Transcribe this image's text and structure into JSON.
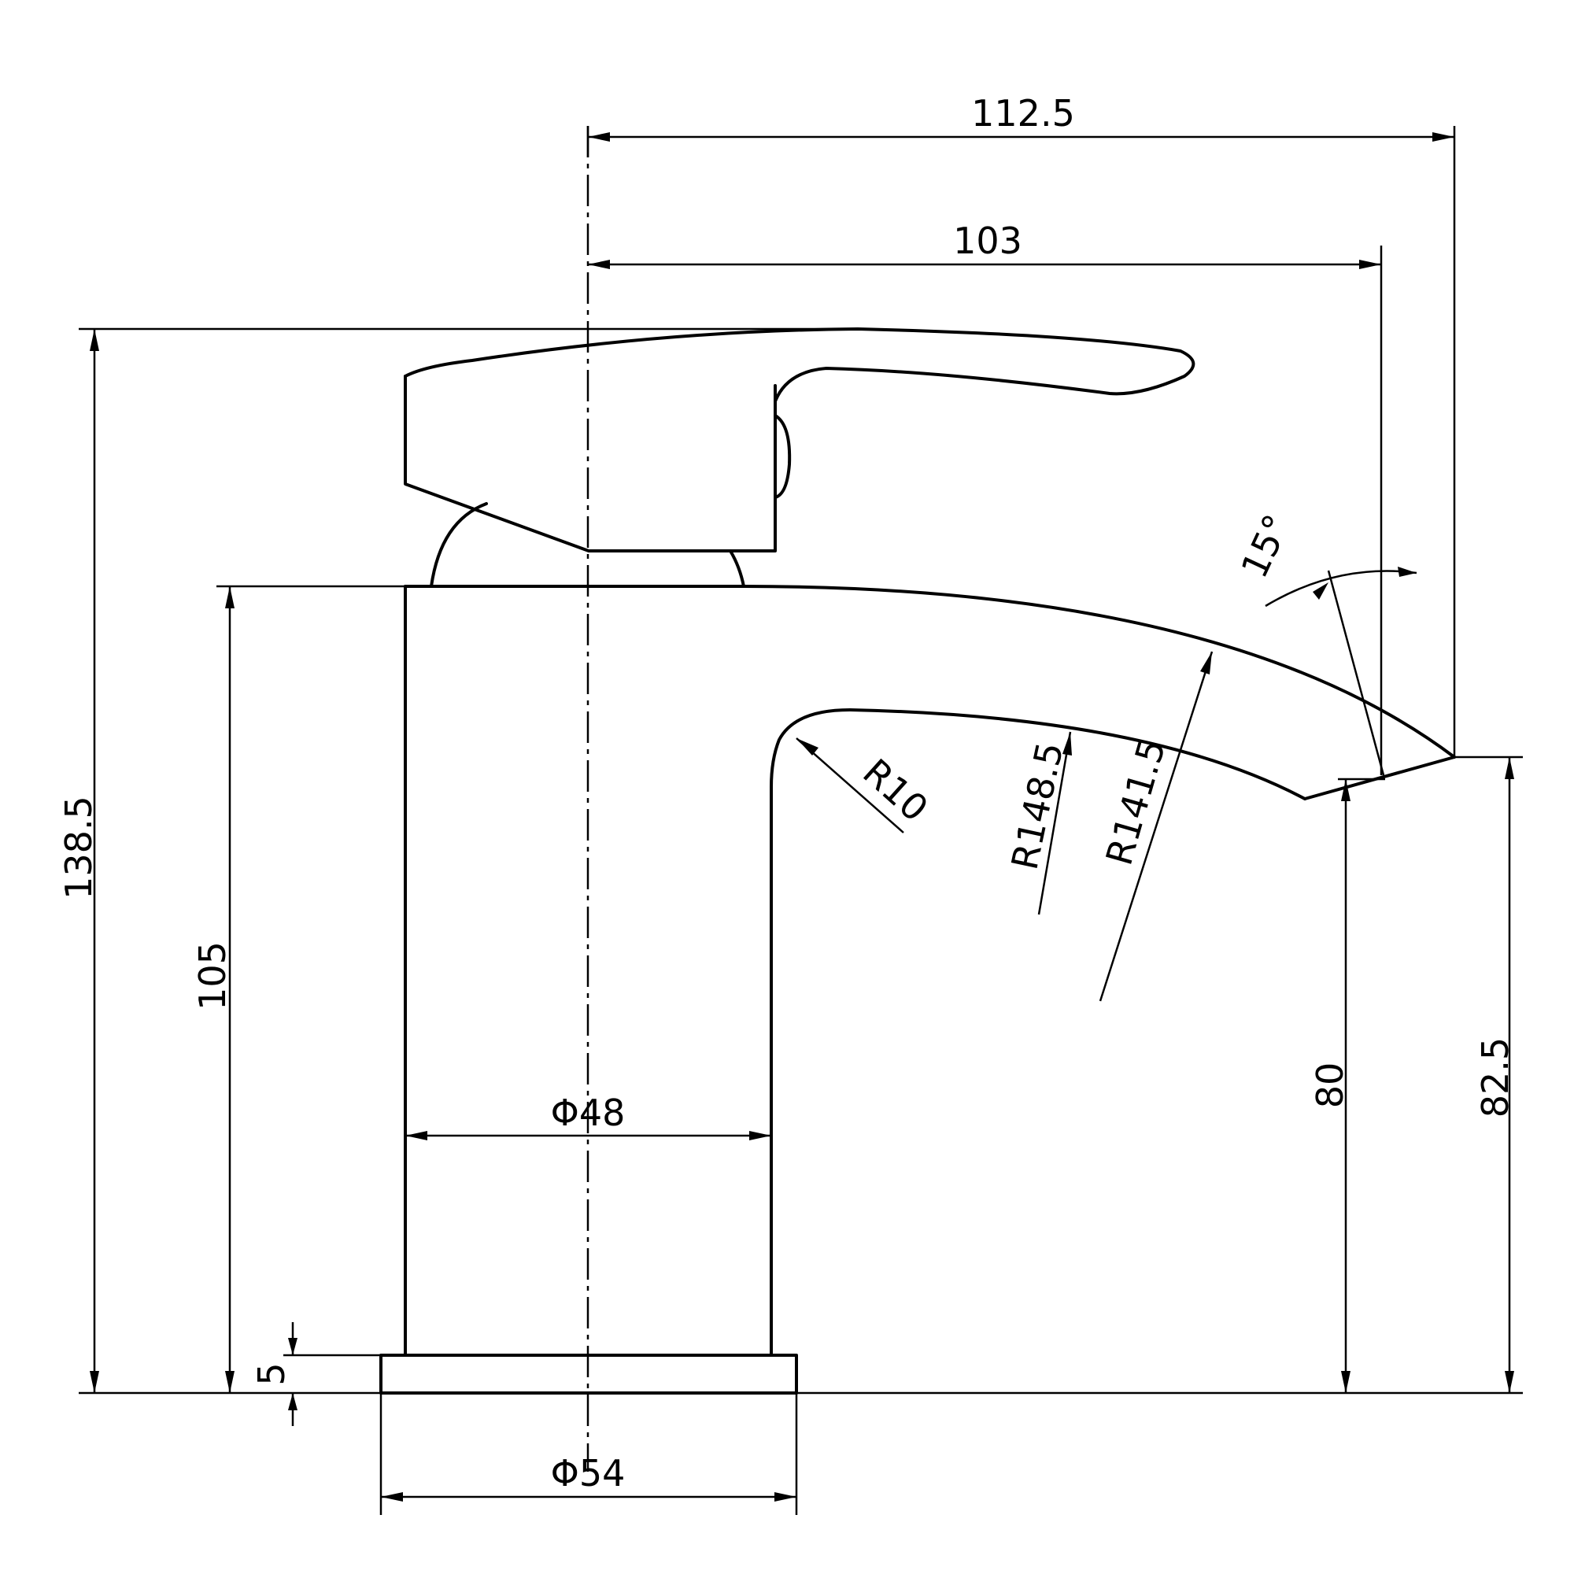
{
  "dimensions": {
    "width_total": "112.5",
    "width_spout": "103",
    "height_total": "138.5",
    "height_body": "105",
    "base_thickness": "5",
    "base_diameter": "Φ54",
    "body_diameter": "Φ48",
    "spout_height_inner": "80",
    "spout_height_outer": "82.5",
    "outlet_angle": "15°",
    "radius_inner_bend": "R10",
    "radius_spout_lower": "R148.5",
    "radius_spout_upper": "R141.5"
  }
}
